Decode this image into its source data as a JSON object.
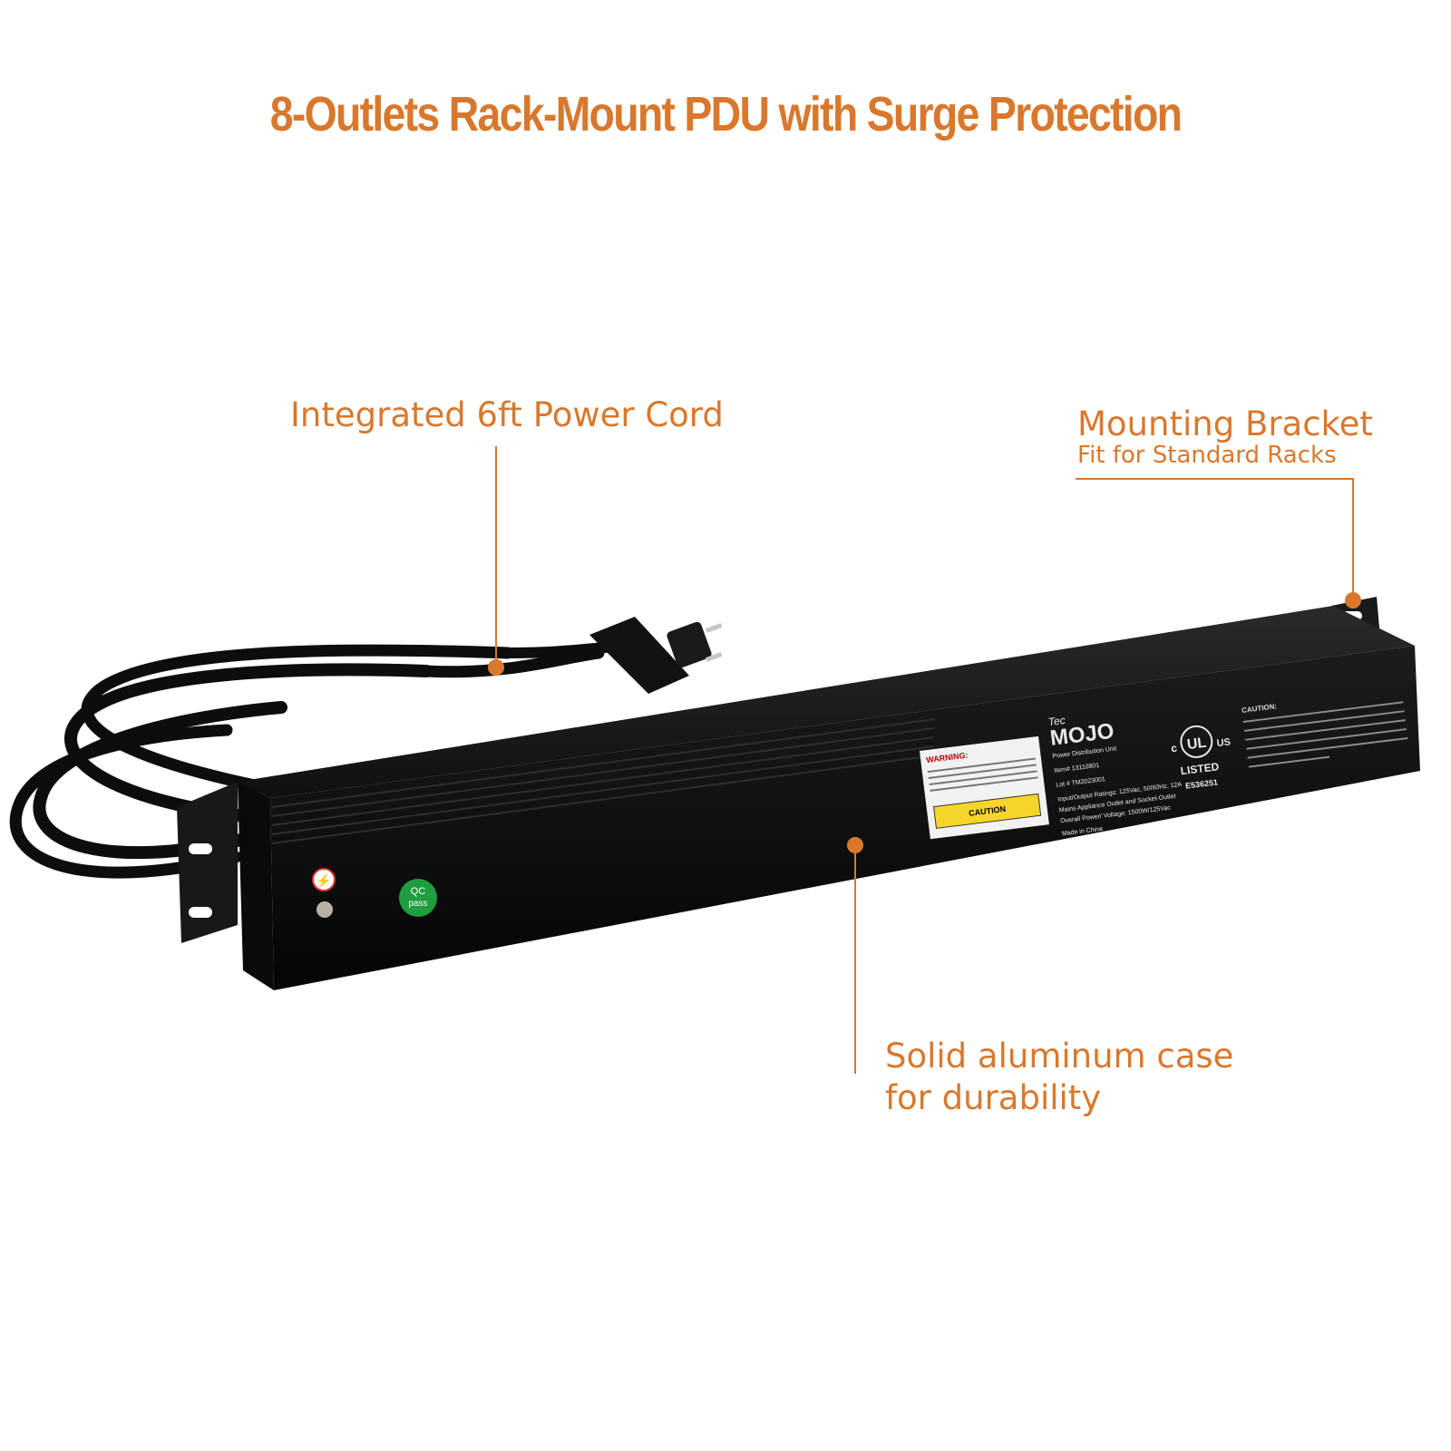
{
  "title": "8-Outlets Rack-Mount PDU with Surge Protection",
  "callouts": {
    "power_cord": "Integrated 6ft Power Cord",
    "bracket_title": "Mounting Bracket",
    "bracket_sub": "Fit for Standard Racks",
    "case_line1": "Solid aluminum case",
    "case_line2": "for durability"
  },
  "product": {
    "brand_small": "Tec",
    "brand": "MOJO",
    "subtitle": "Power Distribution Unit",
    "item": "Item# 13110801",
    "lot": "Lot # TM2023001",
    "ratings": "Input/Output Ratings: 125Vac, 50/60Hz, 12A",
    "mains": "Mains Appliance Outlet and Socket-Outlet",
    "overall": "Overall Power/ Voltage: 1500W/125Vac",
    "made_in": "Made in China",
    "warning_label": "WARNING:",
    "caution_label": "CAUTION",
    "caution_heading": "CAUTION:",
    "ul_listed": "LISTED",
    "ul_number": "E536251",
    "qc_top": "QC",
    "qc_bottom": "pass"
  },
  "colors": {
    "accent": "#d9782d",
    "case": "#141414",
    "qc_badge": "#1e9e3e"
  }
}
